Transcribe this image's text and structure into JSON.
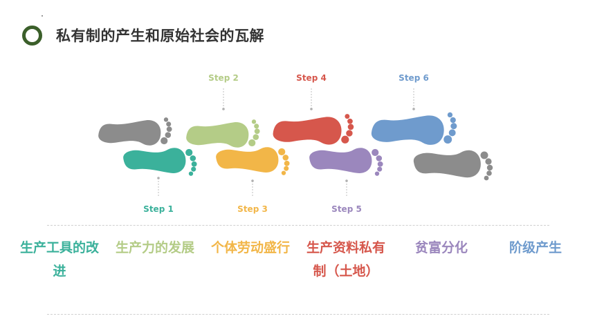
{
  "header": {
    "title": "私有制的产生和原始社会的瓦解"
  },
  "steps": [
    {
      "label": "Step 1",
      "color": "#3bb19b"
    },
    {
      "label": "Step 2",
      "color": "#b4cc87"
    },
    {
      "label": "Step 3",
      "color": "#f2b648"
    },
    {
      "label": "Step 4",
      "color": "#d6574c"
    },
    {
      "label": "Step 5",
      "color": "#9b87bd"
    },
    {
      "label": "Step 6",
      "color": "#6f9bcd"
    }
  ],
  "footprint_colors": {
    "gray": "#8c8c8c",
    "connector": "#c7c7c7"
  },
  "captions": [
    {
      "text": "生产工具的改进",
      "color": "#3bb19b"
    },
    {
      "text": "生产力的发展",
      "color": "#b4cc87"
    },
    {
      "text": "个体劳动盛行",
      "color": "#f2b648"
    },
    {
      "text": "生产资料私有制（土地）",
      "color": "#d6574c"
    },
    {
      "text": "贫富分化",
      "color": "#9b87bd"
    },
    {
      "text": "阶级产生",
      "color": "#6f9bcd"
    }
  ]
}
